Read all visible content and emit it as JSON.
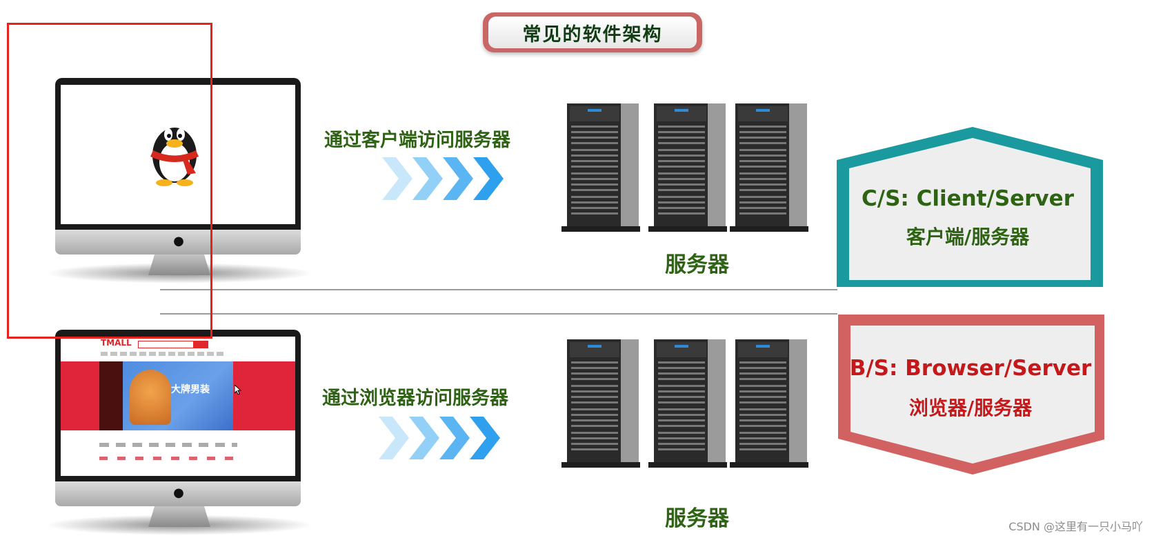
{
  "title": "常见的软件架构",
  "cs_row": {
    "arrow_label": "通过客户端访问服务器",
    "server_label": "服务器",
    "badge_main": "C/S: Client/Server",
    "badge_sub": "客户端/服务器",
    "badge_color": "#1a9a9e",
    "text_color": "#2d6313",
    "screen_icon": "qq-penguin-icon"
  },
  "bs_row": {
    "arrow_label": "通过浏览器访问服务器",
    "server_label": "服务器",
    "badge_main": "B/S: Browser/Server",
    "badge_sub": "浏览器/服务器",
    "badge_color": "#d26262",
    "text_color": "#c4181a",
    "screen_content": {
      "logo": "TMALL",
      "banner_text": "大牌男装"
    }
  },
  "arrow_colors": [
    "#c9e7fb",
    "#93d0f7",
    "#5ab5f2",
    "#2ea0ee"
  ],
  "highlight_frame_color": "#e5231c",
  "watermark": "CSDN @这里有一只小马吖"
}
